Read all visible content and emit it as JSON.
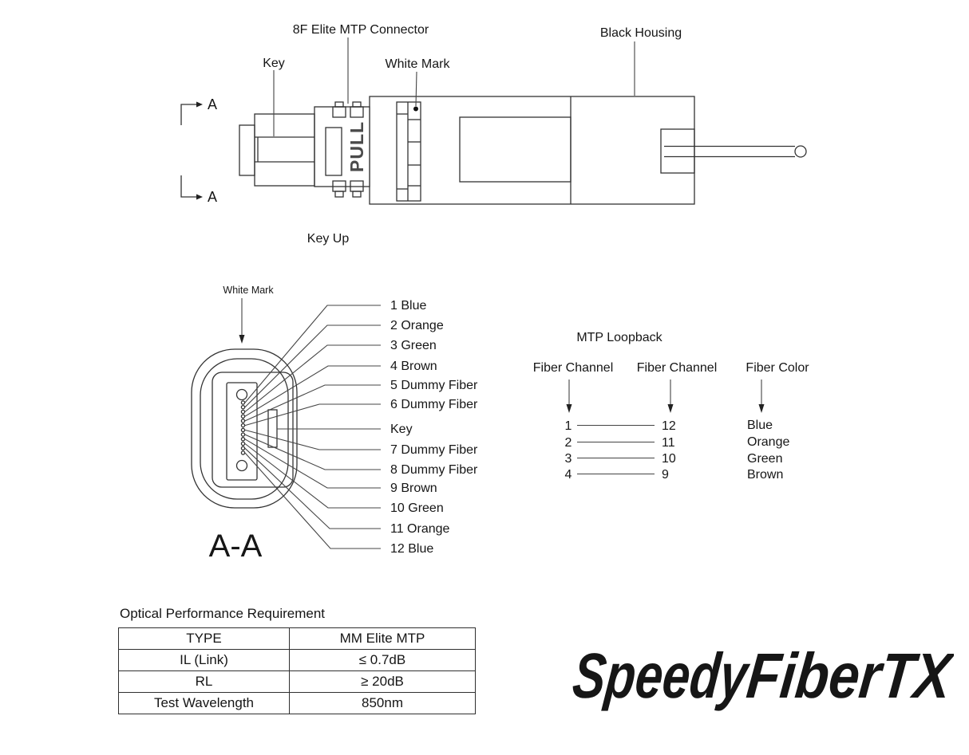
{
  "top_view": {
    "labels": {
      "connector": "8F Elite MTP Connector",
      "black_housing": "Black Housing",
      "key": "Key",
      "white_mark": "White Mark",
      "section_a_top": "A",
      "section_a_bottom": "A",
      "key_up": "Key Up",
      "pull": "PULL"
    }
  },
  "section_view": {
    "title": "A-A",
    "white_mark": "White Mark",
    "pin_labels": [
      "1 Blue",
      "2 Orange",
      "3 Green",
      "4 Brown",
      "5 Dummy Fiber",
      "6 Dummy Fiber",
      "Key",
      "7 Dummy Fiber",
      "8 Dummy Fiber",
      "9 Brown",
      "10 Green",
      "11 Orange",
      "12 Blue"
    ]
  },
  "loopback": {
    "title": "MTP Loopback",
    "headers": [
      "Fiber Channel",
      "Fiber Channel",
      "Fiber Color"
    ],
    "rows": [
      {
        "from": "1",
        "to": "12",
        "color": "Blue"
      },
      {
        "from": "2",
        "to": "11",
        "color": "Orange"
      },
      {
        "from": "3",
        "to": "10",
        "color": "Green"
      },
      {
        "from": "4",
        "to": "9",
        "color": "Brown"
      }
    ]
  },
  "optical_table": {
    "title": "Optical Performance Requirement",
    "rows": [
      {
        "param": "TYPE",
        "value": "MM Elite MTP"
      },
      {
        "param": "IL (Link)",
        "value": "≤ 0.7dB"
      },
      {
        "param": "RL",
        "value": "≥ 20dB"
      },
      {
        "param": "Test Wavelength",
        "value": "850nm"
      }
    ]
  },
  "logo": {
    "part1": "Speedy",
    "part2": "FiberTX",
    "color1": "#c02032",
    "color2": "#1b7ec1"
  },
  "colors": {
    "line": "#333333",
    "background": "#ffffff"
  }
}
